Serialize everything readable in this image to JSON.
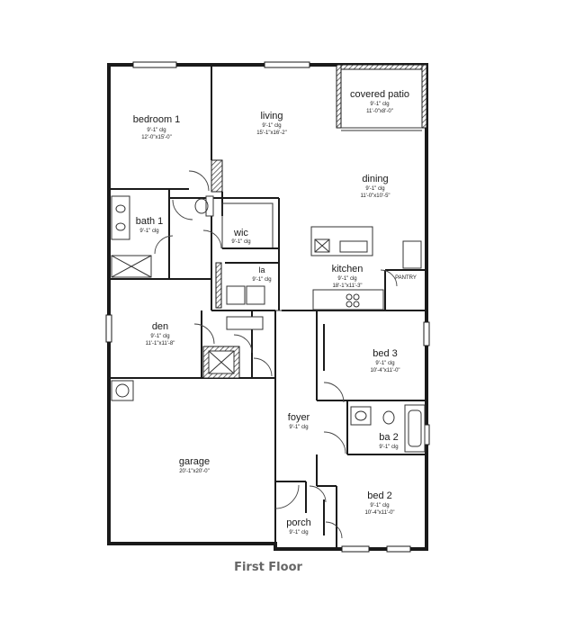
{
  "caption": "First Floor",
  "rooms": {
    "bedroom1": {
      "name": "bedroom 1",
      "ceiling": "9'-1\" clg",
      "size": "12'-0\"x15'-0\""
    },
    "living": {
      "name": "living",
      "ceiling": "9'-1\" clg",
      "size": "15'-1\"x16'-2\""
    },
    "covered_patio": {
      "name": "covered patio",
      "ceiling": "9'-1\" clg",
      "size": "11'-0\"x8'-0\""
    },
    "dining": {
      "name": "dining",
      "ceiling": "9'-1\" clg",
      "size": "11'-0\"x10'-5\""
    },
    "bath1": {
      "name": "bath 1",
      "ceiling": "9'-1\" clg"
    },
    "wic": {
      "name": "wic",
      "ceiling": "9'-1\" clg"
    },
    "laundry": {
      "name": "la",
      "ceiling": "9'-1\" clg"
    },
    "kitchen": {
      "name": "kitchen",
      "ceiling": "9'-1\" clg",
      "size": "18'-1\"x11'-3\""
    },
    "pantry": {
      "name": "PANTRY"
    },
    "den": {
      "name": "den",
      "ceiling": "9'-1\" clg",
      "size": "11'-1\"x11'-8\""
    },
    "bed3": {
      "name": "bed 3",
      "ceiling": "9'-1\" clg",
      "size": "10'-4\"x11'-0\""
    },
    "foyer": {
      "name": "foyer",
      "ceiling": "9'-1\" clg"
    },
    "ba2": {
      "name": "ba 2",
      "ceiling": "9'-1\" clg"
    },
    "garage": {
      "name": "garage",
      "size": "20'-1\"x20'-0\""
    },
    "bed2": {
      "name": "bed 2",
      "ceiling": "9'-1\" clg",
      "size": "10'-4\"x11'-0\""
    },
    "porch": {
      "name": "porch",
      "ceiling": "9'-1\" clg"
    }
  }
}
